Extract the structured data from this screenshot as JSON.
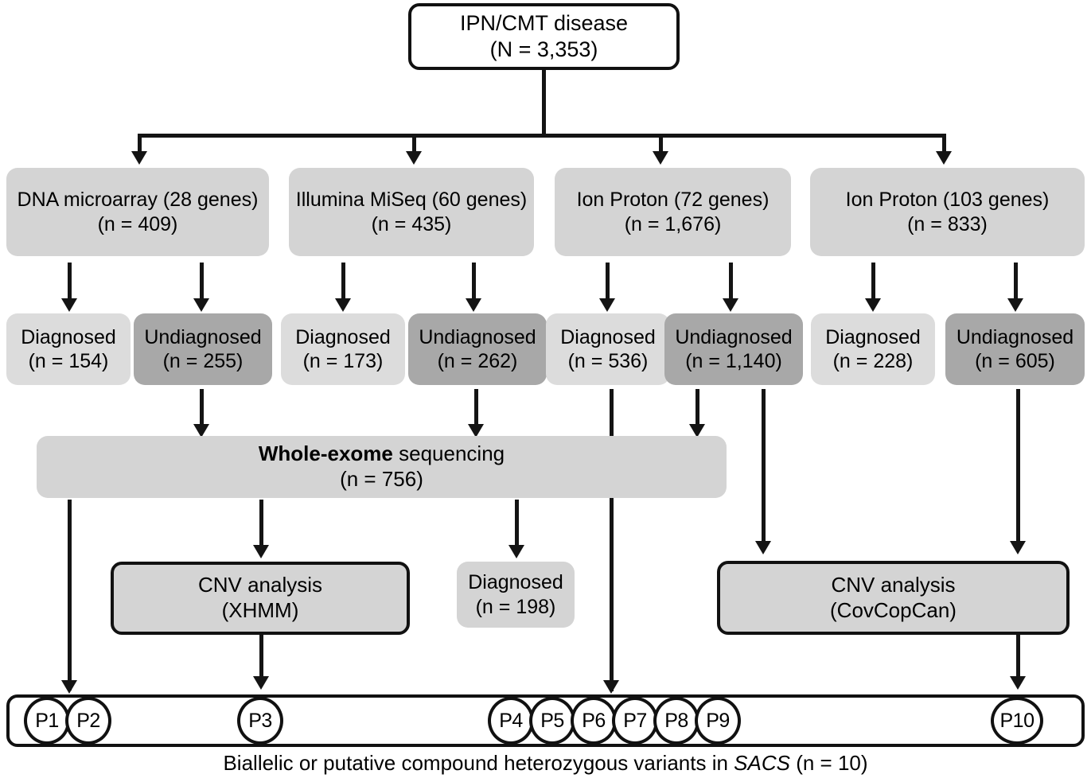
{
  "figure": {
    "type": "flowchart",
    "title_node": {
      "name": "ipn-cmt-disease",
      "line1": "IPN/CMT disease",
      "line2": "(N = 3,353)"
    },
    "platform_row": [
      {
        "name": "dna-microarray",
        "line1": "DNA microarray (28 genes)",
        "line2": "(n = 409)"
      },
      {
        "name": "illumina-miseq",
        "line1": "Illumina MiSeq (60 genes)",
        "line2": "(n = 435)"
      },
      {
        "name": "ion-proton-72",
        "line1": "Ion Proton (72 genes)",
        "line2": "(n = 1,676)"
      },
      {
        "name": "ion-proton-103",
        "line1": "Ion Proton (103 genes)",
        "line2": "(n = 833)"
      }
    ],
    "outcome_row": [
      {
        "name": "diagnosed-1",
        "line1": "Diagnosed",
        "line2": "(n = 154)",
        "shade": "light"
      },
      {
        "name": "undiagnosed-1",
        "line1": "Undiagnosed",
        "line2": "(n = 255)",
        "shade": "dark"
      },
      {
        "name": "diagnosed-2",
        "line1": "Diagnosed",
        "line2": "(n = 173)",
        "shade": "light"
      },
      {
        "name": "undiagnosed-2",
        "line1": "Undiagnosed",
        "line2": "(n = 262)",
        "shade": "dark"
      },
      {
        "name": "diagnosed-3",
        "line1": "Diagnosed",
        "line2": "(n = 536)",
        "shade": "light"
      },
      {
        "name": "undiagnosed-3",
        "line1": "Undiagnosed",
        "line2": "(n = 1,140)",
        "shade": "dark"
      },
      {
        "name": "diagnosed-4",
        "line1": "Diagnosed",
        "line2": "(n = 228)",
        "shade": "light"
      },
      {
        "name": "undiagnosed-4",
        "line1": "Undiagnosed",
        "line2": "(n = 605)",
        "shade": "dark"
      }
    ],
    "wes_node": {
      "name": "whole-exome-sequencing",
      "line1_bold": "Whole-exome",
      "line1_rest": " sequencing",
      "line2": "(n = 756)"
    },
    "analysis_row": [
      {
        "name": "cnv-analysis-xhmm",
        "line1": "CNV analysis",
        "line2": "(XHMM)"
      },
      {
        "name": "diagnosed-wes",
        "line1": "Diagnosed",
        "line2": "(n = 198)"
      },
      {
        "name": "cnv-analysis-covcopcan",
        "line1": "CNV analysis",
        "line2": "(CovCopCan)"
      }
    ],
    "patients": [
      "P1",
      "P2",
      "P3",
      "P4",
      "P5",
      "P6",
      "P7",
      "P8",
      "P9",
      "P10"
    ],
    "caption": {
      "before": "Biallelic or putative compound heterozygous variants in ",
      "gene": "SACS",
      "after": " (n = 10)"
    },
    "colors": {
      "stroke": "#141414",
      "fill_light": "#d4d4d4",
      "fill_lighter": "#dcdcdc",
      "fill_mid": "#a8a8a8",
      "background": "#ffffff"
    }
  }
}
